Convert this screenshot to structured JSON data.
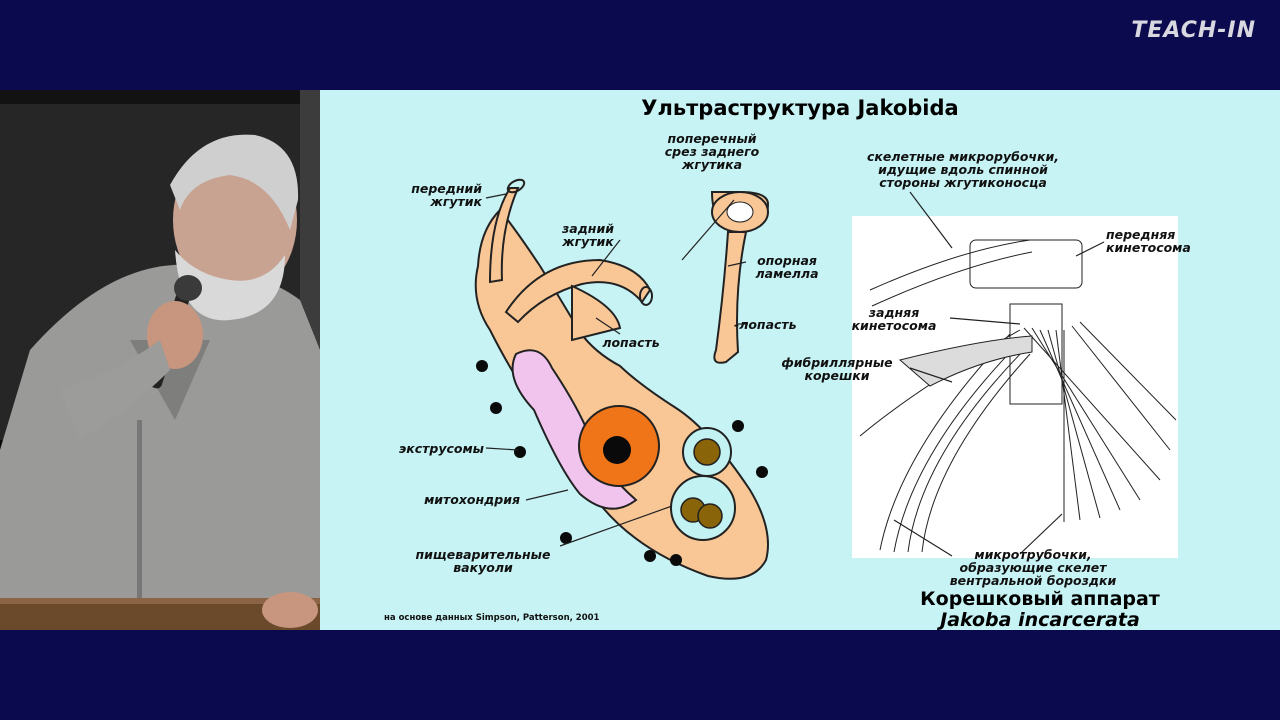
{
  "logo": "TEACH-IN",
  "slide": {
    "title": "Ультраструктура Jakobida",
    "labels": {
      "anterior_flagellum": "передний\nжгутик",
      "posterior_flagellum": "задний\nжгутик",
      "cross_section": "поперечный\nсрез заднего\nжгутика",
      "lamella": "опорная\nламелла",
      "vane_right": "-лопасть",
      "vane_left": "лопасть",
      "extrusomes": "экструсомы",
      "mitochondria": "митохондрия",
      "vacuoles": "пищеварительные\nвакуоли",
      "skeletal_mt": "скелетные микрорубочки,\nидущие вдоль спинной\nстороны жгутиконосца",
      "anterior_kinetosome": "передняя\nкинетосома",
      "posterior_kinetosome": "задняя\nкинетосома",
      "fibrillar_roots": "фибриллярные\nкорешки",
      "ventral_mt": "микротрубочки,\nобразующие скелет\nвентральной бороздки"
    },
    "credit": "на основе данных Simpson, Patterson, 2001",
    "caption_line1": "Корешковый аппарат",
    "caption_line2": "Jakoba incarcerata"
  },
  "colors": {
    "band": "#0c0a4e",
    "slide_bg": "#c7f3f5",
    "cell": "#f9c796",
    "mitochondrion": "#f1c4ee",
    "nucleus": "#f07418",
    "vacuole": "#c2f2f1"
  }
}
